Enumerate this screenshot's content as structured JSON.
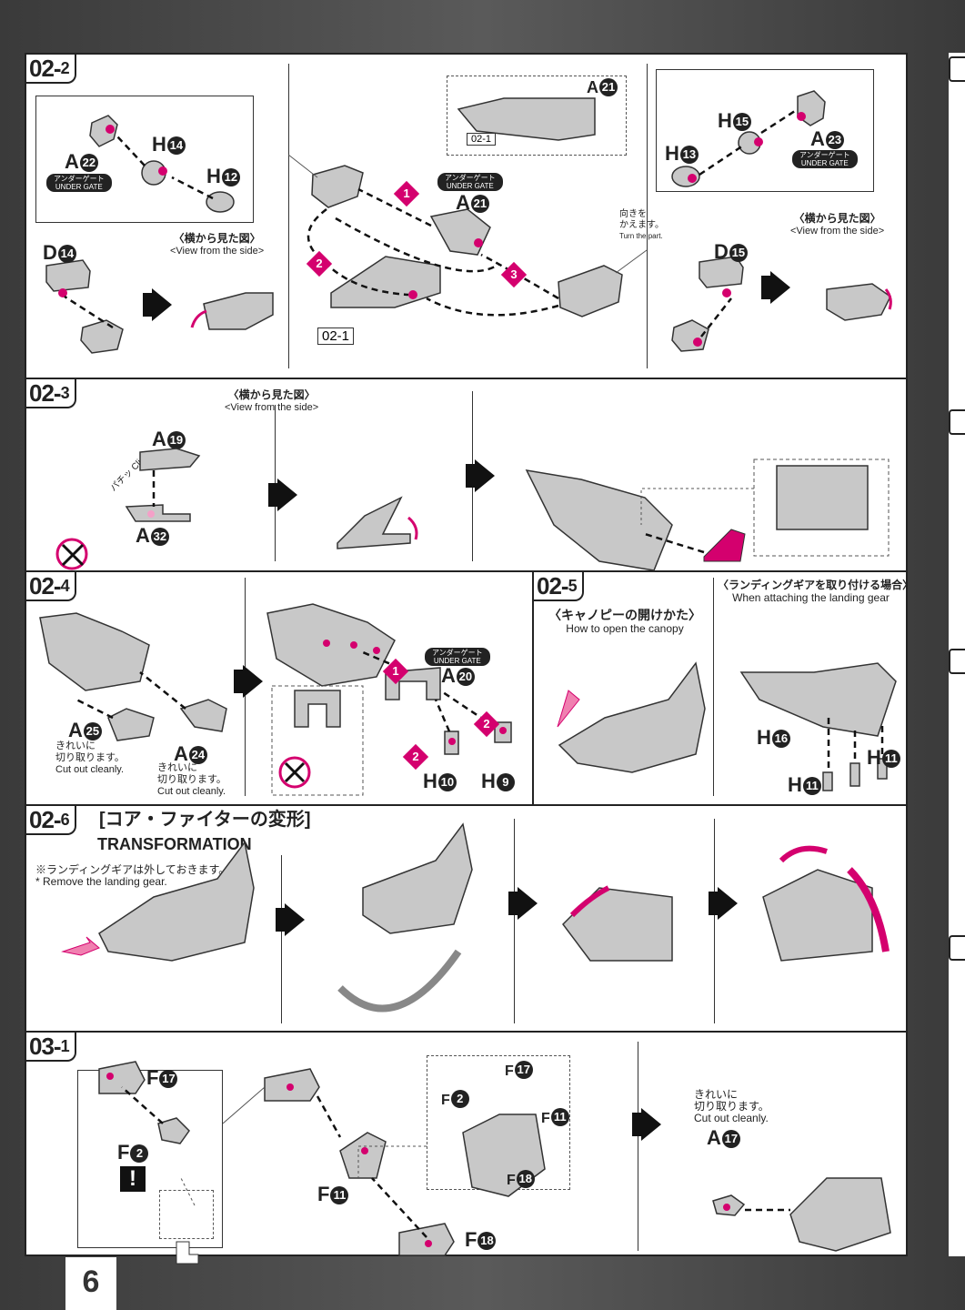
{
  "page_number": "6",
  "steps": {
    "s02_2": {
      "main": "02-",
      "sub": "2"
    },
    "s02_3": {
      "main": "02-",
      "sub": "3"
    },
    "s02_4": {
      "main": "02-",
      "sub": "4"
    },
    "s02_5": {
      "main": "02-",
      "sub": "5"
    },
    "s02_6": {
      "main": "02-",
      "sub": "6"
    },
    "s03_1": {
      "main": "03-",
      "sub": "1"
    }
  },
  "labels": {
    "side_view_jp": "〈横から見た図〉",
    "side_view_en": "<View from the side>",
    "under_gate_jp": "アンダーゲート",
    "under_gate_en": "UNDER GATE",
    "turn_jp1": "向きを",
    "turn_jp2": "かえます。",
    "turn_en": "Turn the part.",
    "ref_02_1": "02-1",
    "click_jp": "パチッ",
    "click_en": "Click!",
    "cut_jp1": "きれいに",
    "cut_jp2": "切り取ります。",
    "cut_en": "Cut out cleanly.",
    "canopy_jp": "〈キャノピーの開けかた〉",
    "canopy_en": "How to open the canopy",
    "landing_jp": "〈ランディングギアを取り付ける場合〉",
    "landing_en": "When attaching the landing gear",
    "transform_jp": "[コア・ファイターの変形]",
    "transform_en": "TRANSFORMATION",
    "remove_jp": "※ランディングギアは外しておきます。",
    "remove_en": "* Remove the landing gear."
  },
  "parts": {
    "A22": {
      "letter": "A",
      "n": "22"
    },
    "H14": {
      "letter": "H",
      "n": "14"
    },
    "H12": {
      "letter": "H",
      "n": "12"
    },
    "D14": {
      "letter": "D",
      "n": "14"
    },
    "A21a": {
      "letter": "A",
      "n": "21"
    },
    "A21b": {
      "letter": "A",
      "n": "21"
    },
    "H15": {
      "letter": "H",
      "n": "15"
    },
    "H13": {
      "letter": "H",
      "n": "13"
    },
    "A23": {
      "letter": "A",
      "n": "23"
    },
    "D15": {
      "letter": "D",
      "n": "15"
    },
    "A19": {
      "letter": "A",
      "n": "19"
    },
    "A32": {
      "letter": "A",
      "n": "32"
    },
    "A25": {
      "letter": "A",
      "n": "25"
    },
    "A24": {
      "letter": "A",
      "n": "24"
    },
    "A20": {
      "letter": "A",
      "n": "20"
    },
    "H10": {
      "letter": "H",
      "n": "10"
    },
    "H9": {
      "letter": "H",
      "n": "9"
    },
    "H16": {
      "letter": "H",
      "n": "16"
    },
    "H11a": {
      "letter": "H",
      "n": "11"
    },
    "H11b": {
      "letter": "H",
      "n": "11"
    },
    "F17a": {
      "letter": "F",
      "n": "17"
    },
    "F2a": {
      "letter": "F",
      "n": "2"
    },
    "F11a": {
      "letter": "F",
      "n": "11"
    },
    "F18a": {
      "letter": "F",
      "n": "18"
    },
    "F17b": {
      "letter": "F",
      "n": "17"
    },
    "F2b": {
      "letter": "F",
      "n": "2"
    },
    "F11b": {
      "letter": "F",
      "n": "11"
    },
    "F18b": {
      "letter": "F",
      "n": "18"
    },
    "A17": {
      "letter": "A",
      "n": "17"
    }
  },
  "order": {
    "one": "1",
    "two": "2",
    "three": "3"
  },
  "warning": "!",
  "colors": {
    "accent": "#d4006e",
    "part_gray": "#c8c8c8",
    "ink": "#222222"
  }
}
